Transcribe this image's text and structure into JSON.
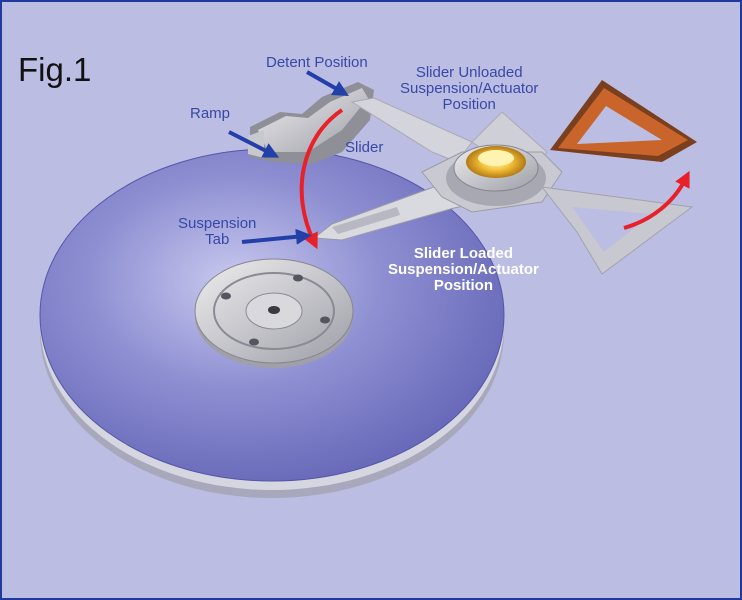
{
  "figure": {
    "label": "Fig.1",
    "labels": {
      "detent_position": "Detent Position",
      "ramp": "Ramp",
      "slider": "Slider",
      "slider_unloaded": [
        "Slider Unloaded",
        "Suspension/Actuator",
        "Position"
      ],
      "suspension_tab": [
        "Suspension",
        "Tab"
      ],
      "slider_loaded": [
        "Slider Loaded",
        "Suspension/Actuator",
        "Position"
      ]
    }
  },
  "colors": {
    "background": "#bcbde3",
    "border": "#1f3a9c",
    "platter": "#7677c4",
    "label_text": "#3848a6",
    "motion_arrow": "#e8202a",
    "pointer_arrow": "#2340a8",
    "actuator_coil": "#c9652a"
  }
}
